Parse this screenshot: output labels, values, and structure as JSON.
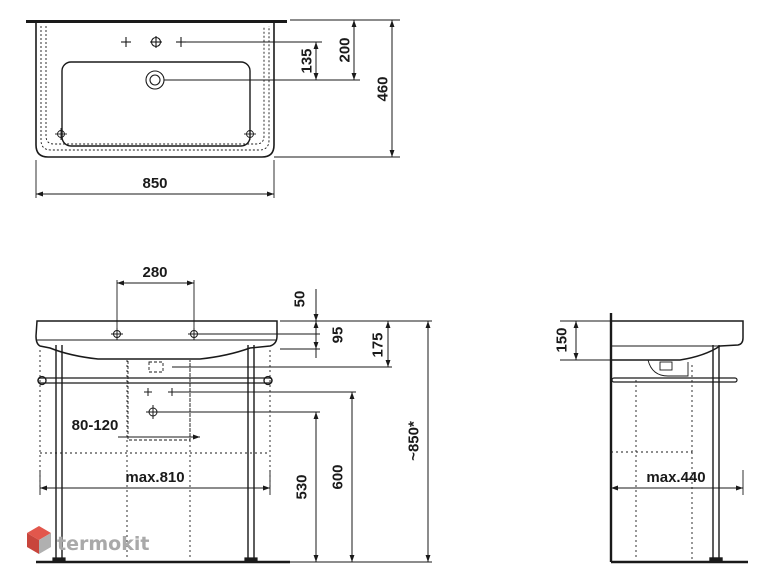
{
  "top_view": {
    "width_label": "850",
    "depth_label": "460",
    "tap_offset_label": "200",
    "drain_offset_label": "135"
  },
  "front_view": {
    "fixing_spacing_label": "280",
    "dim_50": "50",
    "dim_95": "95",
    "dim_175": "175",
    "siphon_width_label": "80-120",
    "max_width_label": "max.810",
    "dim_530": "530",
    "dim_600": "600",
    "height_label": "~850*"
  },
  "side_view": {
    "dim_150": "150",
    "max_depth_label": "max.440"
  },
  "watermark": {
    "text": "termokit",
    "logo_color": "#e2574c"
  }
}
